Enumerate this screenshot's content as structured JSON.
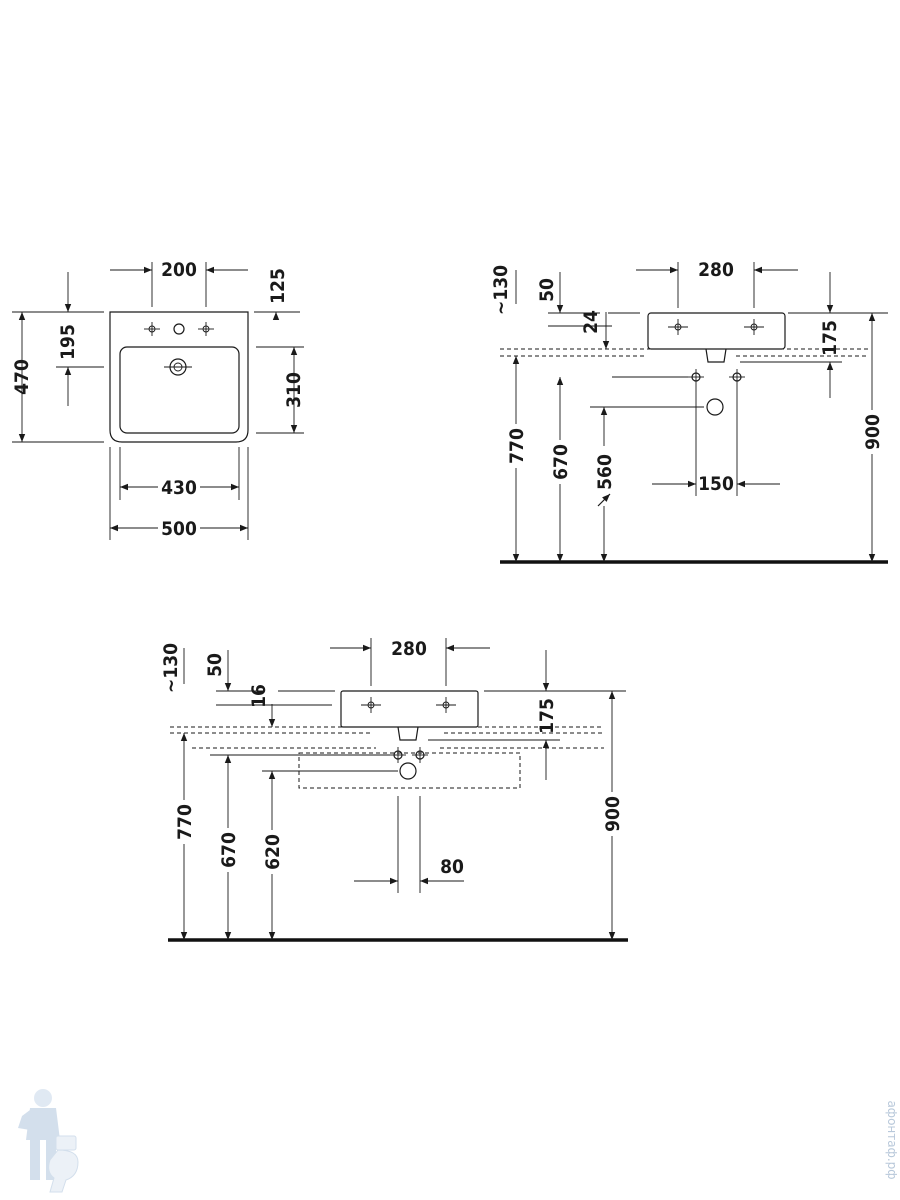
{
  "views": {
    "top": {
      "d_200": "200",
      "d_125": "125",
      "d_195": "195",
      "d_470": "470",
      "d_310": "310",
      "d_430": "430",
      "d_500": "500"
    },
    "front": {
      "d_130": "~130",
      "d_50": "50",
      "d_24": "24",
      "d_280": "280",
      "d_175": "175",
      "d_770": "770",
      "d_670": "670",
      "d_560": "560",
      "d_150": "150",
      "d_900": "900"
    },
    "furniture": {
      "d_130": "~130",
      "d_50": "50",
      "d_16": "16",
      "d_280": "280",
      "d_175": "175",
      "d_770": "770",
      "d_670": "670",
      "d_620": "620",
      "d_80": "80",
      "d_900": "900"
    }
  },
  "watermark": {
    "text": "афонтаф.рф",
    "icon": "plumber-mascot-icon"
  }
}
